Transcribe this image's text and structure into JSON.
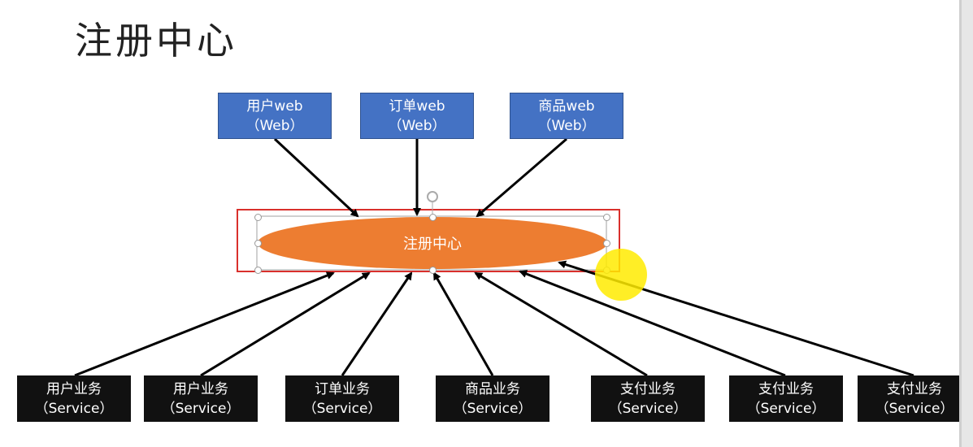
{
  "title": "注册中心",
  "center": {
    "label": "注册中心"
  },
  "web_nodes": [
    {
      "name": "用户web",
      "type": "（Web）"
    },
    {
      "name": "订单web",
      "type": "（Web）"
    },
    {
      "name": "商品web",
      "type": "（Web）"
    }
  ],
  "service_nodes": [
    {
      "name": "用户业务",
      "type": "（Service）"
    },
    {
      "name": "用户业务",
      "type": "（Service）"
    },
    {
      "name": "订单业务",
      "type": "（Service）"
    },
    {
      "name": "商品业务",
      "type": "（Service）"
    },
    {
      "name": "支付业务",
      "type": "（Service）"
    },
    {
      "name": "支付业务",
      "type": "（Service）"
    },
    {
      "name": "支付业务",
      "type": "（Service）"
    }
  ],
  "colors": {
    "web_fill": "#4472c4",
    "service_fill": "#111111",
    "center_fill": "#ed7d31",
    "selection_border": "#d9302c",
    "arrow": "#000000"
  }
}
